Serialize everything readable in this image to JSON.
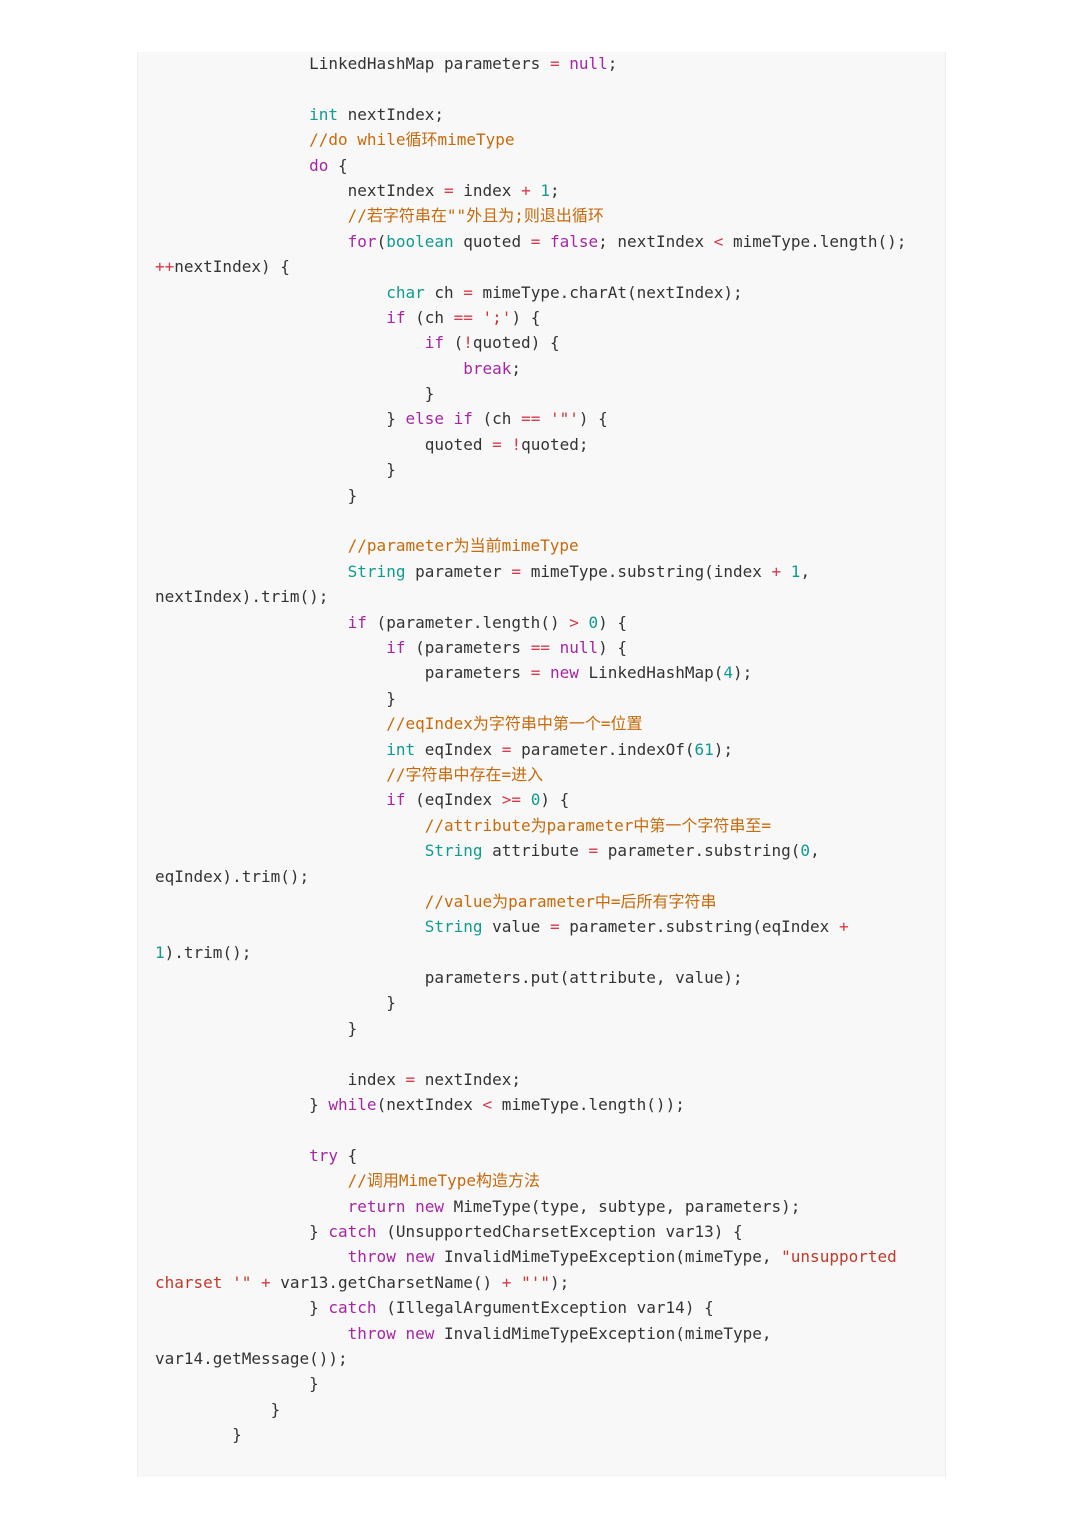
{
  "colors": {
    "keyword": "#a626a4",
    "type": "#0f9b8e",
    "comment": "#c76a0b",
    "number": "#0f9b8e",
    "operator": "#d73a49",
    "string": "#c0392b",
    "text": "#333333",
    "background": "#f8f8f8"
  },
  "code": {
    "lines": [
      [
        [
          "p",
          "                LinkedHashMap parameters "
        ],
        [
          "o",
          "="
        ],
        [
          "p",
          " "
        ],
        [
          "k",
          "null"
        ],
        [
          "p",
          ";"
        ]
      ],
      [],
      [
        [
          "p",
          "                "
        ],
        [
          "t",
          "int"
        ],
        [
          "p",
          " nextIndex;"
        ]
      ],
      [
        [
          "p",
          "                "
        ],
        [
          "c",
          "//do while循环mimeType"
        ]
      ],
      [
        [
          "p",
          "                "
        ],
        [
          "k",
          "do"
        ],
        [
          "p",
          " {"
        ]
      ],
      [
        [
          "p",
          "                    nextIndex "
        ],
        [
          "o",
          "="
        ],
        [
          "p",
          " index "
        ],
        [
          "o",
          "+"
        ],
        [
          "p",
          " "
        ],
        [
          "n",
          "1"
        ],
        [
          "p",
          ";"
        ]
      ],
      [
        [
          "p",
          "                    "
        ],
        [
          "c",
          "//若字符串在\"\"外且为;则退出循环"
        ]
      ],
      [
        [
          "p",
          "                    "
        ],
        [
          "k",
          "for"
        ],
        [
          "p",
          "("
        ],
        [
          "t",
          "boolean"
        ],
        [
          "p",
          " quoted "
        ],
        [
          "o",
          "="
        ],
        [
          "p",
          " "
        ],
        [
          "k",
          "false"
        ],
        [
          "p",
          "; nextIndex "
        ],
        [
          "o",
          "<"
        ],
        [
          "p",
          " mimeType.length();"
        ]
      ],
      [
        [
          "o",
          "++"
        ],
        [
          "p",
          "nextIndex) {"
        ]
      ],
      [
        [
          "p",
          "                        "
        ],
        [
          "t",
          "char"
        ],
        [
          "p",
          " ch "
        ],
        [
          "o",
          "="
        ],
        [
          "p",
          " mimeType.charAt(nextIndex);"
        ]
      ],
      [
        [
          "p",
          "                        "
        ],
        [
          "k",
          "if"
        ],
        [
          "p",
          " (ch "
        ],
        [
          "o",
          "=="
        ],
        [
          "p",
          " "
        ],
        [
          "s",
          "';'"
        ],
        [
          "p",
          ") {"
        ]
      ],
      [
        [
          "p",
          "                            "
        ],
        [
          "k",
          "if"
        ],
        [
          "p",
          " ("
        ],
        [
          "o",
          "!"
        ],
        [
          "p",
          "quoted) {"
        ]
      ],
      [
        [
          "p",
          "                                "
        ],
        [
          "k",
          "break"
        ],
        [
          "p",
          ";"
        ]
      ],
      [
        [
          "p",
          "                            }"
        ]
      ],
      [
        [
          "p",
          "                        } "
        ],
        [
          "k",
          "else if"
        ],
        [
          "p",
          " (ch "
        ],
        [
          "o",
          "=="
        ],
        [
          "p",
          " "
        ],
        [
          "s",
          "'\"'"
        ],
        [
          "p",
          ") {"
        ]
      ],
      [
        [
          "p",
          "                            quoted "
        ],
        [
          "o",
          "="
        ],
        [
          "p",
          " "
        ],
        [
          "o",
          "!"
        ],
        [
          "p",
          "quoted;"
        ]
      ],
      [
        [
          "p",
          "                        }"
        ]
      ],
      [
        [
          "p",
          "                    }"
        ]
      ],
      [],
      [
        [
          "p",
          "                    "
        ],
        [
          "c",
          "//parameter为当前mimeType"
        ]
      ],
      [
        [
          "p",
          "                    "
        ],
        [
          "t",
          "String"
        ],
        [
          "p",
          " parameter "
        ],
        [
          "o",
          "="
        ],
        [
          "p",
          " mimeType.substring(index "
        ],
        [
          "o",
          "+"
        ],
        [
          "p",
          " "
        ],
        [
          "n",
          "1"
        ],
        [
          "p",
          ","
        ]
      ],
      [
        [
          "p",
          "nextIndex).trim();"
        ]
      ],
      [
        [
          "p",
          "                    "
        ],
        [
          "k",
          "if"
        ],
        [
          "p",
          " (parameter.length() "
        ],
        [
          "o",
          ">"
        ],
        [
          "p",
          " "
        ],
        [
          "n",
          "0"
        ],
        [
          "p",
          ") {"
        ]
      ],
      [
        [
          "p",
          "                        "
        ],
        [
          "k",
          "if"
        ],
        [
          "p",
          " (parameters "
        ],
        [
          "o",
          "=="
        ],
        [
          "p",
          " "
        ],
        [
          "k",
          "null"
        ],
        [
          "p",
          ") {"
        ]
      ],
      [
        [
          "p",
          "                            parameters "
        ],
        [
          "o",
          "="
        ],
        [
          "p",
          " "
        ],
        [
          "k",
          "new"
        ],
        [
          "p",
          " LinkedHashMap("
        ],
        [
          "n",
          "4"
        ],
        [
          "p",
          ");"
        ]
      ],
      [
        [
          "p",
          "                        }"
        ]
      ],
      [
        [
          "p",
          "                        "
        ],
        [
          "c",
          "//eqIndex为字符串中第一个=位置"
        ]
      ],
      [
        [
          "p",
          "                        "
        ],
        [
          "t",
          "int"
        ],
        [
          "p",
          " eqIndex "
        ],
        [
          "o",
          "="
        ],
        [
          "p",
          " parameter.indexOf("
        ],
        [
          "n",
          "61"
        ],
        [
          "p",
          ");"
        ]
      ],
      [
        [
          "p",
          "                        "
        ],
        [
          "c",
          "//字符串中存在=进入"
        ]
      ],
      [
        [
          "p",
          "                        "
        ],
        [
          "k",
          "if"
        ],
        [
          "p",
          " (eqIndex "
        ],
        [
          "o",
          ">="
        ],
        [
          "p",
          " "
        ],
        [
          "n",
          "0"
        ],
        [
          "p",
          ") {"
        ]
      ],
      [
        [
          "p",
          "                            "
        ],
        [
          "c",
          "//attribute为parameter中第一个字符串至="
        ]
      ],
      [
        [
          "p",
          "                            "
        ],
        [
          "t",
          "String"
        ],
        [
          "p",
          " attribute "
        ],
        [
          "o",
          "="
        ],
        [
          "p",
          " parameter.substring("
        ],
        [
          "n",
          "0"
        ],
        [
          "p",
          ","
        ]
      ],
      [
        [
          "p",
          "eqIndex).trim();"
        ]
      ],
      [
        [
          "p",
          "                            "
        ],
        [
          "c",
          "//value为parameter中=后所有字符串"
        ]
      ],
      [
        [
          "p",
          "                            "
        ],
        [
          "t",
          "String"
        ],
        [
          "p",
          " value "
        ],
        [
          "o",
          "="
        ],
        [
          "p",
          " parameter.substring(eqIndex "
        ],
        [
          "o",
          "+"
        ]
      ],
      [
        [
          "n",
          "1"
        ],
        [
          "p",
          ").trim();"
        ]
      ],
      [
        [
          "p",
          "                            parameters.put(attribute, value);"
        ]
      ],
      [
        [
          "p",
          "                        }"
        ]
      ],
      [
        [
          "p",
          "                    }"
        ]
      ],
      [],
      [
        [
          "p",
          "                    index "
        ],
        [
          "o",
          "="
        ],
        [
          "p",
          " nextIndex;"
        ]
      ],
      [
        [
          "p",
          "                } "
        ],
        [
          "k",
          "while"
        ],
        [
          "p",
          "(nextIndex "
        ],
        [
          "o",
          "<"
        ],
        [
          "p",
          " mimeType.length());"
        ]
      ],
      [],
      [
        [
          "p",
          "                "
        ],
        [
          "k",
          "try"
        ],
        [
          "p",
          " {"
        ]
      ],
      [
        [
          "p",
          "                    "
        ],
        [
          "c",
          "//调用MimeType构造方法"
        ]
      ],
      [
        [
          "p",
          "                    "
        ],
        [
          "k",
          "return"
        ],
        [
          "p",
          " "
        ],
        [
          "k",
          "new"
        ],
        [
          "p",
          " MimeType(type, subtype, parameters);"
        ]
      ],
      [
        [
          "p",
          "                } "
        ],
        [
          "k",
          "catch"
        ],
        [
          "p",
          " (UnsupportedCharsetException var13) {"
        ]
      ],
      [
        [
          "p",
          "                    "
        ],
        [
          "k",
          "throw"
        ],
        [
          "p",
          " "
        ],
        [
          "k",
          "new"
        ],
        [
          "p",
          " InvalidMimeTypeException(mimeType, "
        ],
        [
          "s",
          "\"unsupported"
        ]
      ],
      [
        [
          "s",
          "charset '\""
        ],
        [
          "p",
          " "
        ],
        [
          "o",
          "+"
        ],
        [
          "p",
          " var13.getCharsetName() "
        ],
        [
          "o",
          "+"
        ],
        [
          "p",
          " "
        ],
        [
          "s",
          "\"'\""
        ],
        [
          "p",
          ");"
        ]
      ],
      [
        [
          "p",
          "                } "
        ],
        [
          "k",
          "catch"
        ],
        [
          "p",
          " (IllegalArgumentException var14) {"
        ]
      ],
      [
        [
          "p",
          "                    "
        ],
        [
          "k",
          "throw"
        ],
        [
          "p",
          " "
        ],
        [
          "k",
          "new"
        ],
        [
          "p",
          " InvalidMimeTypeException(mimeType,"
        ]
      ],
      [
        [
          "p",
          "var14.getMessage());"
        ]
      ],
      [
        [
          "p",
          "                }"
        ]
      ],
      [
        [
          "p",
          "            }"
        ]
      ],
      [
        [
          "p",
          "        }"
        ]
      ]
    ]
  }
}
